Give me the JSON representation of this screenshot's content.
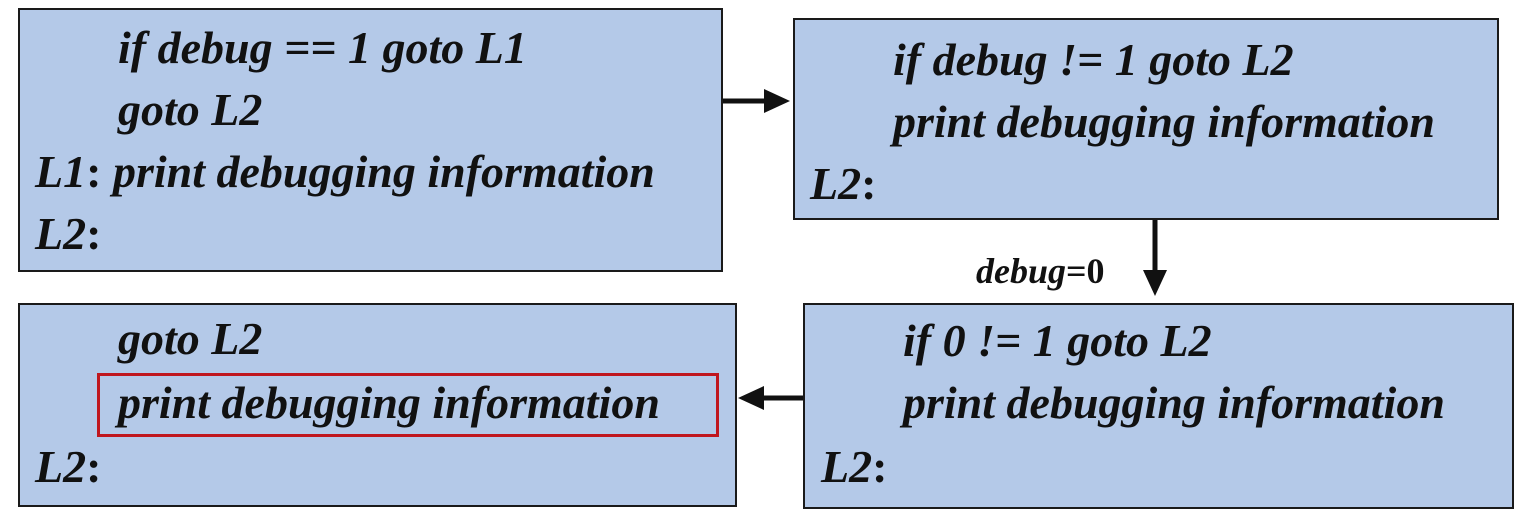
{
  "box1": {
    "lines": [
      {
        "text": "if debug == 1 goto L1"
      },
      {
        "text": "goto L2"
      },
      {
        "label": "L1",
        "colon": ":",
        "text": " print debugging information"
      },
      {
        "label": "L2",
        "colon": ":"
      }
    ]
  },
  "box2": {
    "lines": [
      {
        "text": "if debug != 1 goto L2"
      },
      {
        "text": "print debugging information"
      },
      {
        "label": "L2",
        "colon": ":"
      }
    ]
  },
  "box3": {
    "lines": [
      {
        "text": "if 0 != 1 goto L2"
      },
      {
        "text": "print debugging information"
      },
      {
        "label": "L2",
        "colon": ":"
      }
    ]
  },
  "box4": {
    "lines": [
      {
        "text": "goto L2"
      },
      {
        "text": "print debugging information"
      },
      {
        "label": "L2",
        "colon": ":"
      }
    ]
  },
  "edge_label": {
    "var": "debug",
    "eq": "=0"
  },
  "colors": {
    "box_fill": "#b4c9e8",
    "box_border": "#1a1a1a",
    "highlight": "#c0161e"
  }
}
